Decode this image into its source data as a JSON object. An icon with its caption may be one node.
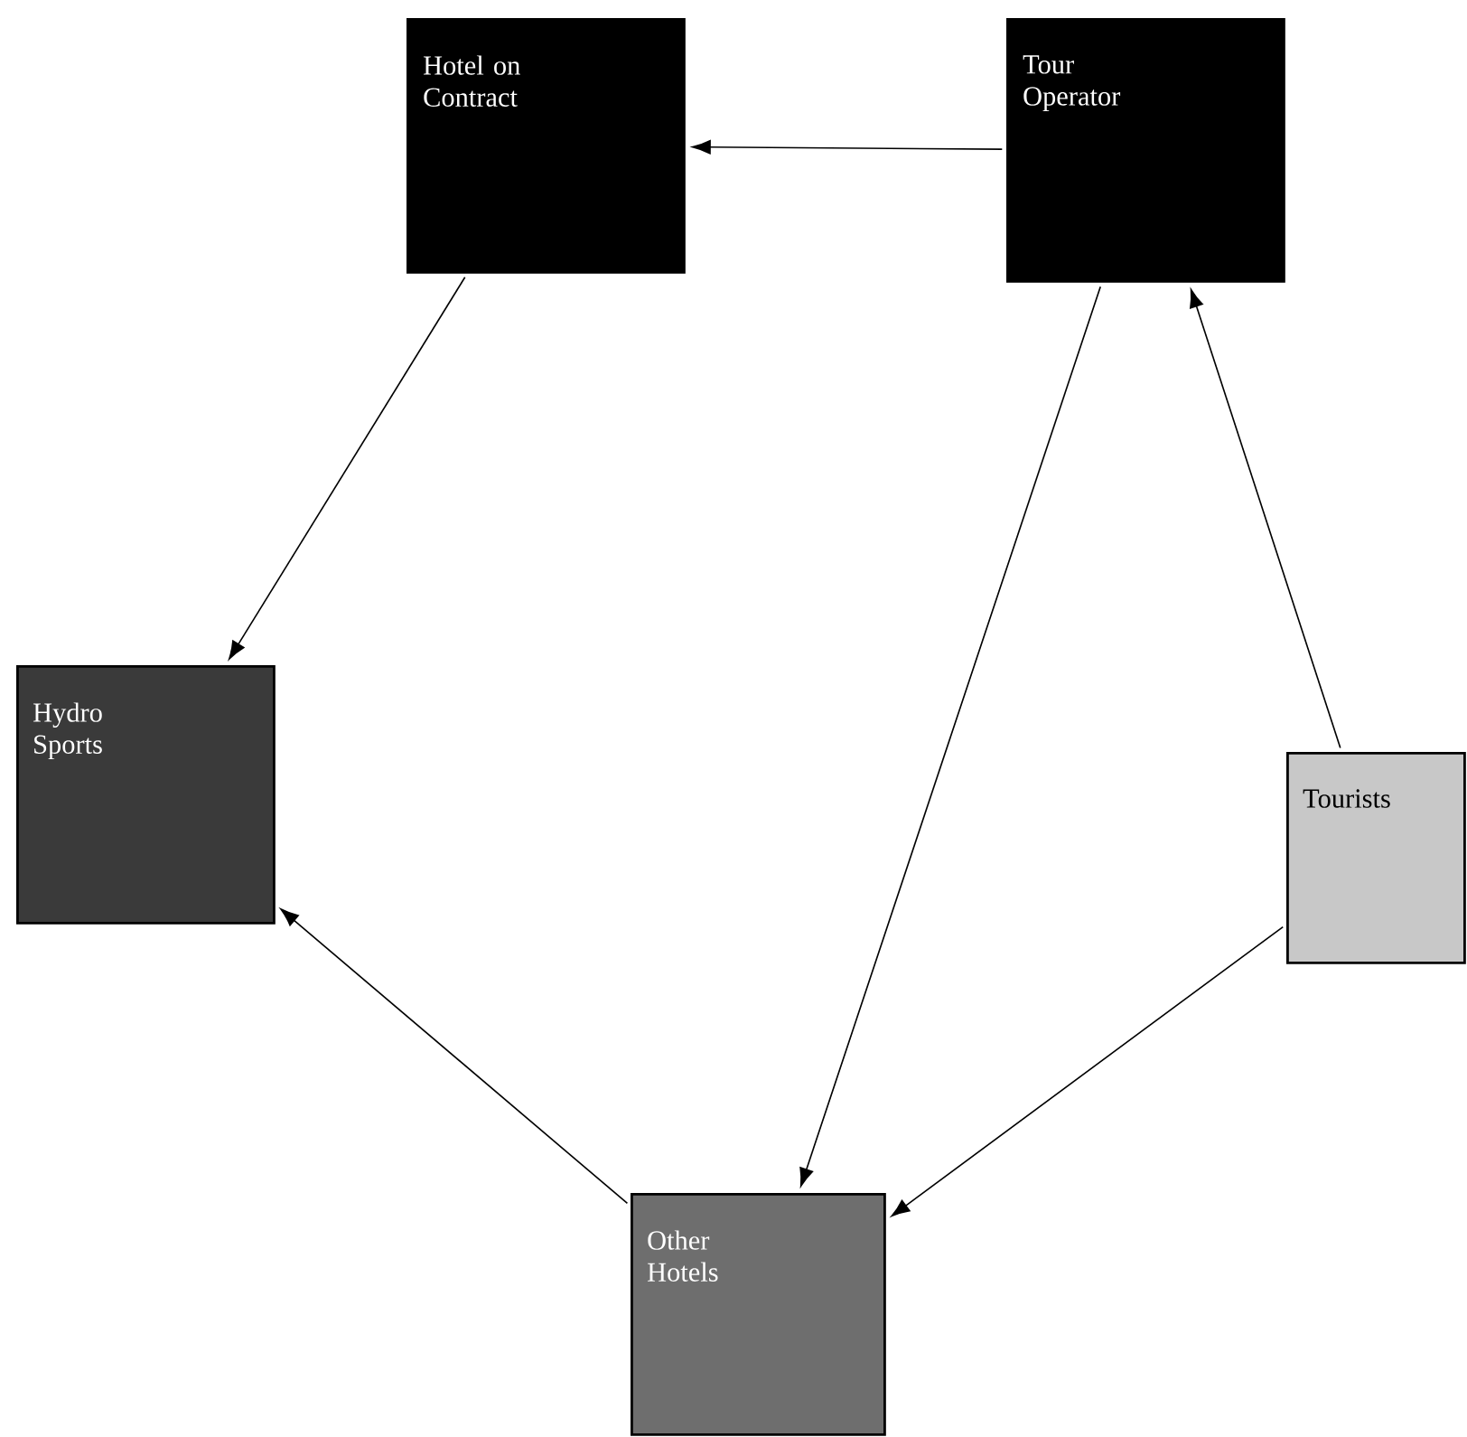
{
  "diagram": {
    "nodes": [
      {
        "text": [
          "Hotel on Contract"
        ]
      },
      {
        "text": [
          "Tour Operator"
        ]
      },
      {
        "text": [
          "Hydro Sports"
        ]
      },
      {
        "text": [
          "Tourists"
        ]
      },
      {
        "text": [
          "Other Hotels"
        ]
      }
    ],
    "edges": [
      {
        "from": 1,
        "to": 0,
        "arrow": "to"
      },
      {
        "from": 0,
        "to": 2,
        "arrow": "to"
      },
      {
        "from": 3,
        "to": 1,
        "arrow": "to"
      },
      {
        "from": 1,
        "to": 4,
        "arrow": "to"
      },
      {
        "from": 3,
        "to": 4,
        "arrow": "to"
      },
      {
        "from": 4,
        "to": 2,
        "arrow": "to"
      }
    ]
  }
}
